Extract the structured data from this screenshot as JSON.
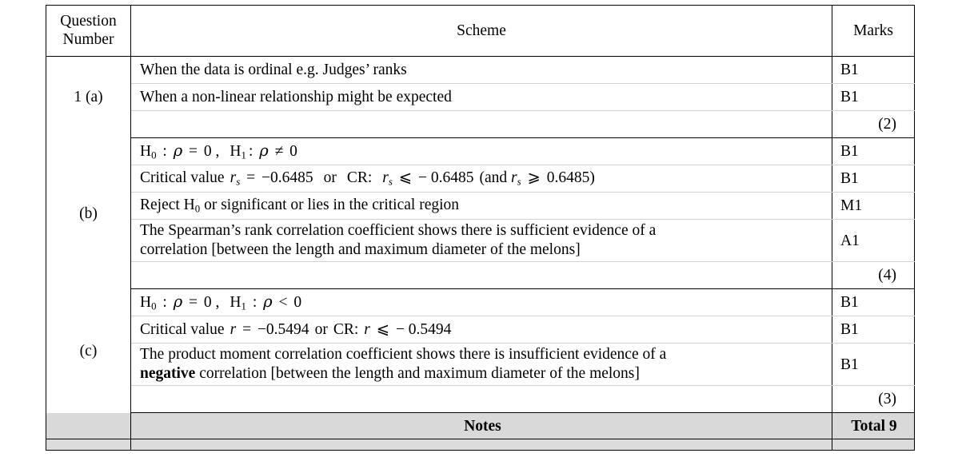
{
  "document": {
    "type": "examination-mark-scheme",
    "columns": {
      "question_number": "Question\nNumber",
      "question_number_line1": "Question",
      "question_number_line2": "Number",
      "scheme": "Scheme",
      "marks": "Marks"
    },
    "footer": {
      "notes_label": "Notes",
      "total_label": "Total 9"
    }
  },
  "sections": [
    {
      "id": "a",
      "label": "1 (a)",
      "rows": [
        {
          "scheme": "When the data is ordinal e.g. Judges’ ranks",
          "mark": "B1"
        },
        {
          "scheme": "When a non-linear relationship might be expected",
          "mark": "B1"
        },
        {
          "scheme": "",
          "mark": "(2)"
        }
      ]
    },
    {
      "id": "b",
      "label": "(b)",
      "rows": [
        {
          "scheme": "H0 : ρ = 0 ,  H1: ρ ≠ 0",
          "mark": "B1"
        },
        {
          "scheme": "Critical value rs = −0.6485  or  CR:  rs ⩽ − 0.6485 (and rs ⩾ 0.6485)",
          "mark": "B1"
        },
        {
          "scheme": "Reject H0 or significant or lies in the critical region",
          "mark": "M1"
        },
        {
          "scheme": "The Spearman’s rank correlation coefficient shows there is sufficient evidence of a correlation [between the length and maximum diameter of the melons]",
          "mark": "A1"
        },
        {
          "scheme": "",
          "mark": "(4)"
        }
      ]
    },
    {
      "id": "c",
      "label": "(c)",
      "rows": [
        {
          "scheme": "H0 : ρ = 0 ,  H1 : ρ < 0",
          "mark": "B1"
        },
        {
          "scheme": "Critical value r = −0.5494 or CR: r ⩽ − 0.5494",
          "mark": "B1"
        },
        {
          "scheme": "The product moment correlation coefficient shows there is insufficient evidence of a negative correlation [between the length and maximum diameter of the melons]",
          "mark": "B1"
        },
        {
          "scheme": "",
          "mark": "(3)"
        }
      ]
    }
  ],
  "text": {
    "a_row1": "When the data is ordinal e.g. Judges’ ranks",
    "a_row2": "When a non-linear relationship might be expected",
    "a_total": "(2)",
    "b_reject": "Reject H",
    "b_reject_tail": " or significant or lies in the critical region",
    "b_a1_line1": "The Spearman’s rank correlation coefficient shows there is sufficient evidence of a",
    "b_a1_line2": "correlation [between the length and maximum diameter of the melons]",
    "b_total": "(4)",
    "c_pmcc_line1": "The product moment correlation coefficient shows there is insufficient evidence of a",
    "c_pmcc_bold": "negative",
    "c_pmcc_line2_tail": " correlation [between the length and maximum diameter of the melons]",
    "c_total": "(3)",
    "critical_value_label": "Critical value",
    "or_label": "or",
    "cr_label": "CR:",
    "and_label": "and",
    "hyp_H": "H",
    "hyp_sub0": "0",
    "hyp_sub1": "1",
    "colon": ":",
    "comma": ",",
    "rho": "ρ",
    "eq": "=",
    "neq": "≠",
    "lt": "<",
    "leq": "⩽",
    "geq": "⩾",
    "minus": "−",
    "zero": "0",
    "r": "r",
    "s": "s",
    "v_06485": "0.6485",
    "v_05494": "0.5494",
    "paren_open": "(",
    "paren_close": ")"
  },
  "marks": {
    "B1": "B1",
    "M1": "M1",
    "A1": "A1"
  },
  "colors": {
    "border_strong": "#000000",
    "border_light": "#d2d2d2",
    "notes_background": "#d9d9d9",
    "page_background": "#ffffff",
    "text": "#000000"
  }
}
